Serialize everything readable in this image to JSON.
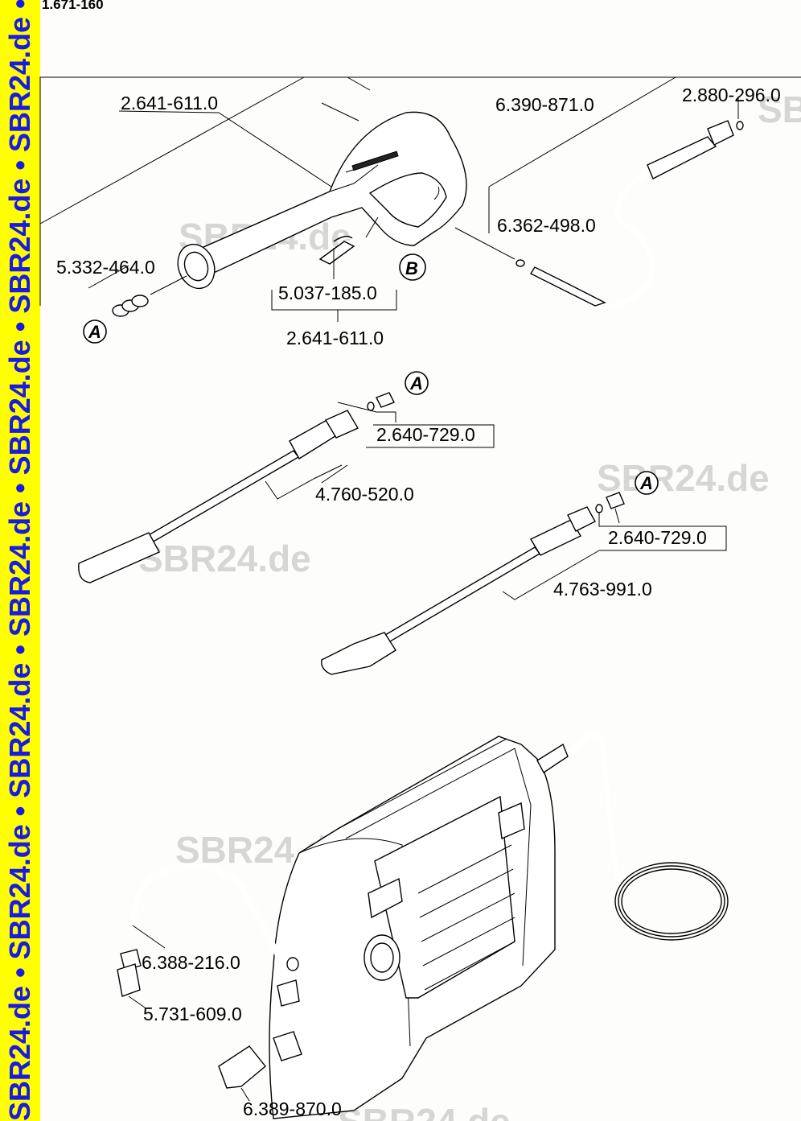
{
  "sidebar": {
    "watermark_text": "SBR24.de • SBR24.de • SBR24.de • SBR24.de • SBR24.de • SBR24.de • SBR24.de • SBR24.de"
  },
  "header": {
    "doc_id": "1.671-160"
  },
  "watermark": {
    "text": "SBR24.de",
    "color": "#c9c9c9"
  },
  "part_numbers": {
    "gun_top": "2.641-611.0",
    "hose_main": "6.390-871.0",
    "hose_clip": "2.880-296.0",
    "oring_hose": "6.362-498.0",
    "gun_spring": "5.332-464.0",
    "gun_clip": "5.037-185.0",
    "gun_bottom": "2.641-611.0",
    "nozzle_1": "2.640-729.0",
    "lance_1": "4.760-520.0",
    "nozzle_2": "2.640-729.0",
    "lance_2": "4.763-991.0",
    "suction_hose": "6.388-216.0",
    "filter": "5.731-609.0",
    "inlet_coupling": "6.389-870.0"
  },
  "callouts": {
    "a": "A",
    "b": "B"
  },
  "colors": {
    "sidebar_bg": "#ffff00",
    "sidebar_text": "#1a1ae6",
    "drawing_line": "#000000"
  }
}
